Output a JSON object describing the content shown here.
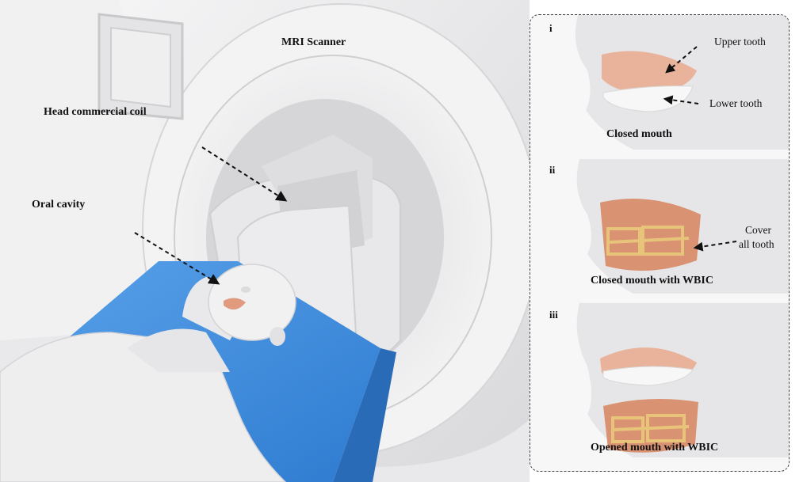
{
  "main": {
    "scanner_label": "MRI Scanner",
    "coil_label": "Head commercial  coil",
    "oral_label": "Oral cavity"
  },
  "inset": {
    "panels": [
      {
        "numeral": "i",
        "caption": "Closed mouth",
        "upper_label": "Upper tooth",
        "lower_label": "Lower tooth"
      },
      {
        "numeral": "ii",
        "caption": "Closed mouth with WBIC",
        "cover_label_1": "Cover",
        "cover_label_2": "all tooth"
      },
      {
        "numeral": "iii",
        "caption": "Opened mouth with WBIC"
      }
    ]
  },
  "colors": {
    "scanner": "#eeeeef",
    "table": "#3f8fe0",
    "skin": "#e7b49a",
    "coil_trace": "#e8c47a",
    "border": "#444444"
  }
}
